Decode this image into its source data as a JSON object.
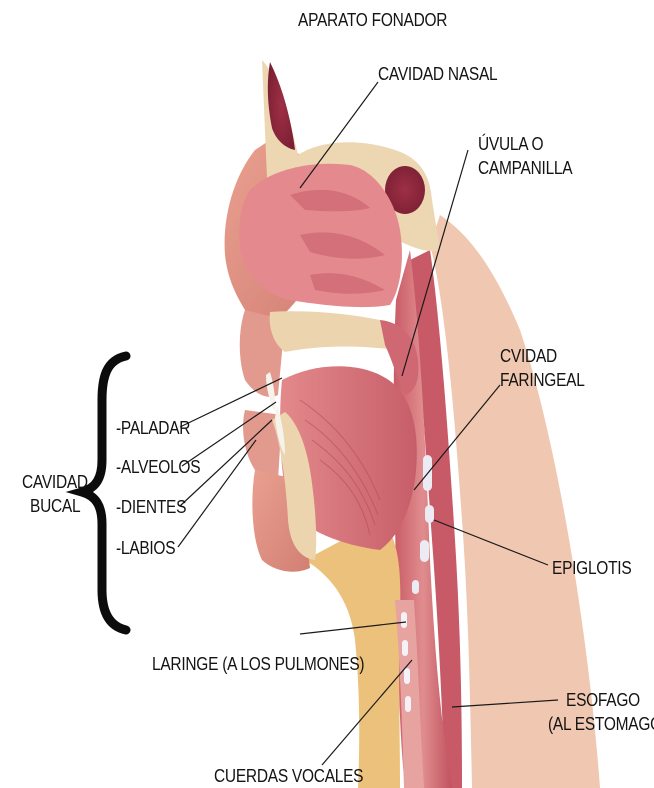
{
  "title": "APARATO FONADOR",
  "labels": {
    "nasal_cavity": "CAVIDAD NASAL",
    "uvula_line1": "ÚVULA  O",
    "uvula_line2": "CAMPANILLA",
    "pharynx_line1": "CVIDAD",
    "pharynx_line2": "FARINGEAL",
    "oral_line1": "CAVIDAD",
    "oral_line2": "BUCAL",
    "palate": "-PALADAR",
    "alveoli": "-ALVEOLOS",
    "teeth": "-DIENTES",
    "lips": "-LABIOS",
    "epiglottis": "EPIGLOTIS",
    "larynx": "LARINGE (A LOS PULMONES)",
    "esophagus_line1": "ESOFAGO",
    "esophagus_line2": "(AL ESTOMAGO)",
    "vocal_cords": "CUERDAS VOCALES"
  },
  "colors": {
    "tissue": "#d9747a",
    "tissue_dark": "#b84a55",
    "bone": "#eed7b4",
    "cartilage": "#ecebf4",
    "leader_line": "#1a1a1a"
  }
}
